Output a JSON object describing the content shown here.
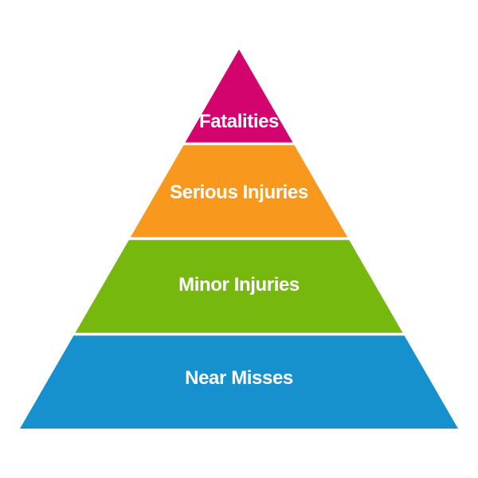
{
  "diagram": {
    "type": "pyramid",
    "background_color": "#ffffff",
    "label_text_color": "#ffffff",
    "separator_color": "#ffffff",
    "tiers": [
      {
        "label": "Fatalities",
        "color": "#d4046f"
      },
      {
        "label": "Serious Injuries",
        "color": "#f8981d"
      },
      {
        "label": "Minor Injuries",
        "color": "#77b80e"
      },
      {
        "label": "Near Misses",
        "color": "#1790ce"
      }
    ]
  }
}
